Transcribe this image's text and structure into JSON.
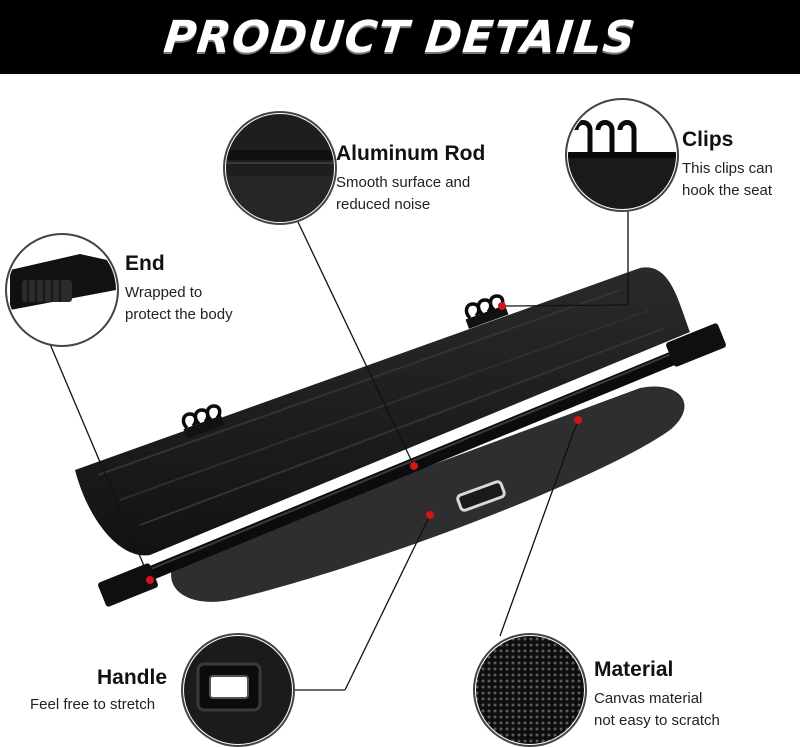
{
  "banner": {
    "title": "PRODUCT DETAILS"
  },
  "callouts": {
    "aluminum_rod": {
      "title": "Aluminum Rod",
      "line1": "Smooth surface and",
      "line2": "reduced noise"
    },
    "clips": {
      "title": "Clips",
      "line1": "This clips can",
      "line2": "hook the seat"
    },
    "end": {
      "title": "End",
      "line1": "Wrapped to",
      "line2": "protect the body"
    },
    "handle": {
      "title": "Handle",
      "line1": "Feel free to stretch"
    },
    "material": {
      "title": "Material",
      "line1": "Canvas material",
      "line2": "not easy to scratch"
    }
  },
  "colors": {
    "banner": "#000000",
    "cover": "#1c1c1c",
    "accent_dot": "#d0141c",
    "leader_line": "#111111"
  },
  "icons": [
    "aluminum-rod-detail-icon",
    "clips-detail-icon",
    "end-cap-detail-icon",
    "handle-detail-icon",
    "material-texture-icon"
  ]
}
